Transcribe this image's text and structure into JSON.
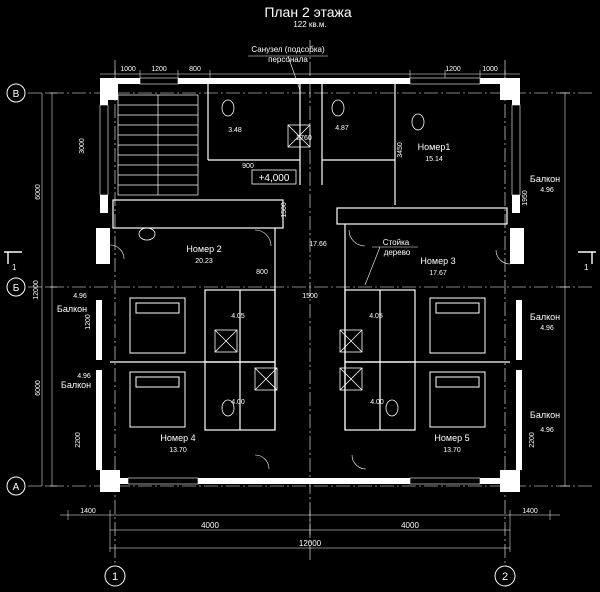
{
  "header": {
    "title": "План 2 этажа",
    "subtitle": "122 кв.м."
  },
  "annotations": {
    "sanuzel_line1": "Санузел (подсобка)",
    "sanuzel_line2": "персонала",
    "stoyka_line1": "Стойка",
    "stoyka_line2": "дерево",
    "level": "+4,000"
  },
  "rooms": {
    "nomer1": {
      "name": "Номер1",
      "area": "15.14"
    },
    "nomer2": {
      "name": "Номер 2",
      "area": "20.23"
    },
    "nomer3": {
      "name": "Номер 3",
      "area": "17.67"
    },
    "nomer4": {
      "name": "Номер 4",
      "area": "13.70"
    },
    "nomer5": {
      "name": "Номер 5",
      "area": "13.70"
    },
    "wc1_area": "3.48",
    "wc2_area": "4.87",
    "bath_l1": "4.05",
    "bath_l2": "4.00",
    "bath_r1": "4.05",
    "bath_r2": "4.00",
    "corridor": "17.66"
  },
  "balconies": {
    "label": "Балкон",
    "top_right": "4.96",
    "left_mid": "4.96",
    "left_low": "4.96",
    "right_mid": "4.96",
    "right_low": "4.96"
  },
  "axes": {
    "B": "В",
    "Bb": "Б",
    "A": "А",
    "one": "1",
    "two": "2"
  },
  "dimensions": {
    "top_1000a": "1000",
    "top_1200a": "1200",
    "top_800a": "800",
    "top_1200b": "1200",
    "top_1000b": "1000",
    "bottom_1400a": "1400",
    "bottom_4000a": "4000",
    "bottom_4000b": "4000",
    "bottom_1400b": "1400",
    "bottom_12000": "12000",
    "bottom_1500": "1500",
    "left_6000a": "6000",
    "left_12000": "12000",
    "left_6000b": "6000",
    "d3000": "3000",
    "d3450": "3450",
    "d1500": "1500",
    "d2200a": "2200",
    "d2200b": "2200",
    "d2760": "2760",
    "d900": "900",
    "d800": "800",
    "d1950": "1950",
    "d1200": "1200"
  },
  "section_marks": {
    "left": "1",
    "right": "1"
  }
}
